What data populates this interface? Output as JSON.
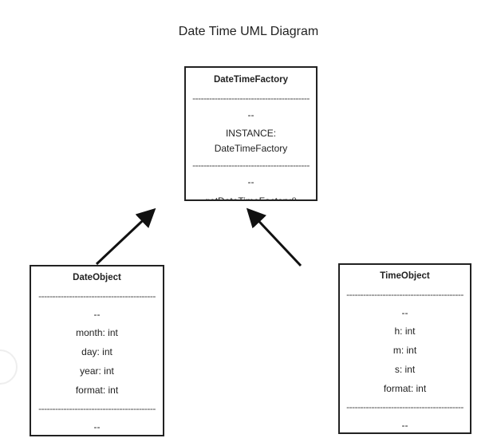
{
  "title": "Date Time UML Diagram",
  "classes": {
    "factory": {
      "name": "DateTimeFactory",
      "sep": "------------------------------------------",
      "attr_marker": "--",
      "attributes": [
        "INSTANCE:",
        "DateTimeFactory"
      ],
      "method_marker": "--",
      "methods": [
        "getDateTimeFactory()"
      ]
    },
    "date": {
      "name": "DateObject",
      "sep": "------------------------------------------",
      "attr_marker": "--",
      "attributes": [
        "month: int",
        "day: int",
        "year: int",
        "format: int"
      ],
      "method_marker": "--"
    },
    "time": {
      "name": "TimeObject",
      "sep": "------------------------------------------",
      "attr_marker": "--",
      "attributes": [
        "h: int",
        "m: int",
        "s: int",
        "format: int"
      ],
      "method_marker": "--"
    }
  }
}
